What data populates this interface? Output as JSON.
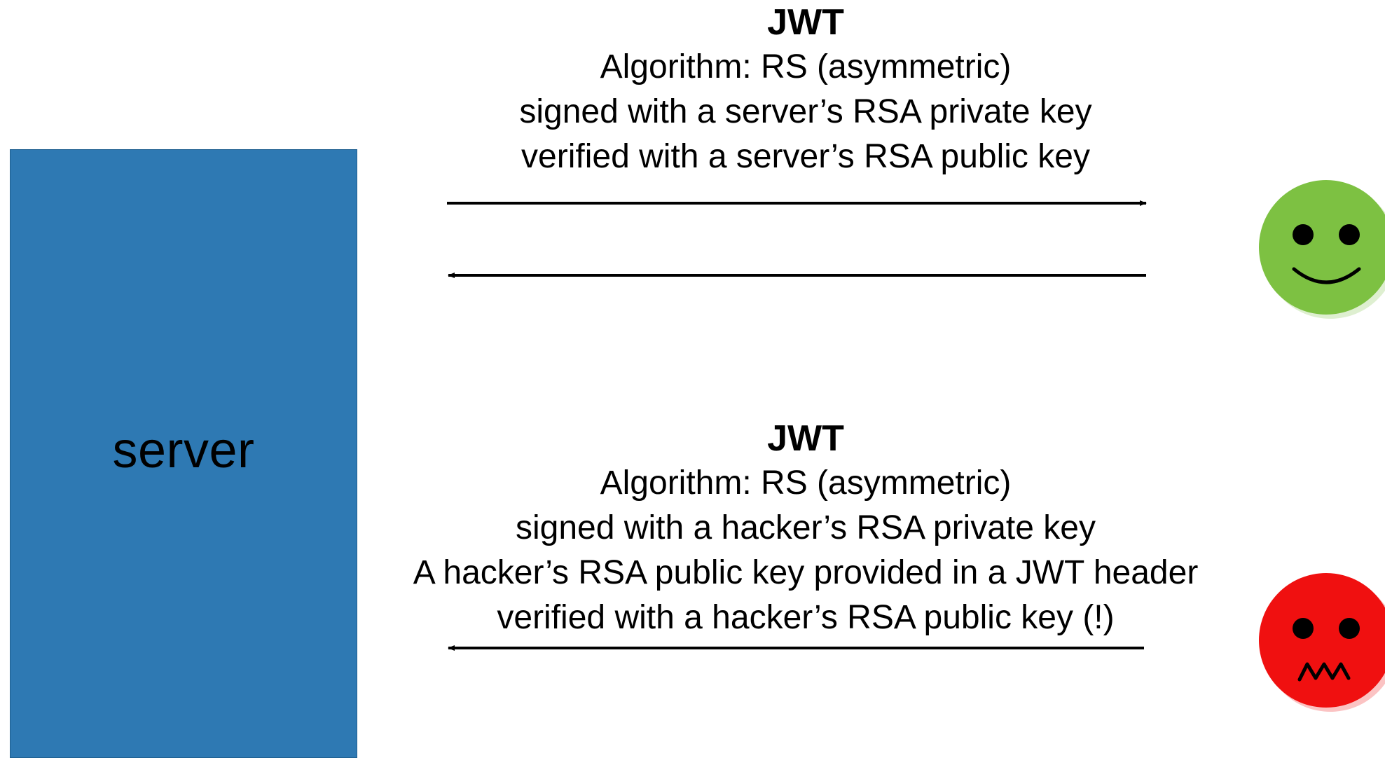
{
  "server": {
    "label": "server"
  },
  "messages": {
    "top": {
      "heading": "JWT",
      "lines": [
        "Algorithm: RS (asymmetric)",
        "signed with a server’s RSA private key",
        "verified with a server’s RSA public key"
      ]
    },
    "bottom": {
      "heading": "JWT",
      "lines": [
        "Algorithm: RS (asymmetric)",
        "signed with a hacker’s RSA private key",
        "A hacker’s RSA public key provided in a JWT header",
        "verified with a hacker’s RSA public key (!)"
      ]
    }
  },
  "actors": {
    "user": {
      "icon": "smiley-face-icon",
      "color": "#7dc142"
    },
    "hacker": {
      "icon": "frowning-face-icon",
      "color": "#f01010"
    }
  },
  "colors": {
    "server": "#2e79b3"
  }
}
